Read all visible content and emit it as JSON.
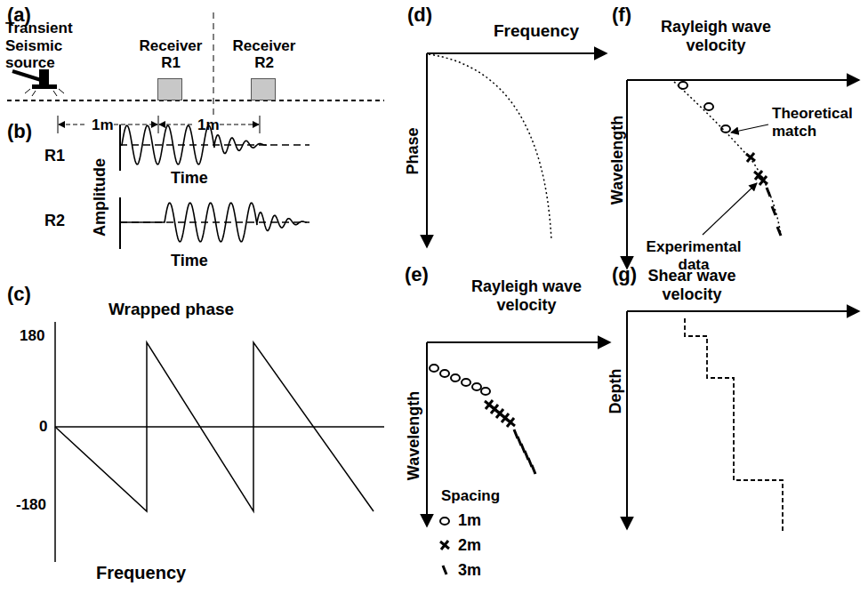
{
  "diagram": {
    "nodes": [
      {
        "text": [
          "Receiver R1"
        ]
      },
      {
        "text": [
          "Receiver R2"
        ]
      }
    ],
    "labels": [
      "(a)",
      "Transient Seismic source",
      "1m",
      "1m",
      "(b)",
      "R1",
      "Amplitude",
      "Time",
      "R2",
      "Time",
      "(c)",
      "Wrapped phase",
      "180",
      "0",
      "-180",
      "Frequency",
      "(d)",
      "Frequency",
      "Phase",
      "(e)",
      "Rayleigh wave velocity",
      "Wavelength",
      "Spacing",
      "(f)",
      "Rayleigh wave velocity",
      "Wavelength",
      "Theoretical match",
      "Experimental data",
      "(g)",
      "Shear wave velocity",
      "Depth"
    ],
    "legend": [
      {
        "text": "1m"
      },
      {
        "text": "2m"
      },
      {
        "text": "3m"
      }
    ]
  }
}
